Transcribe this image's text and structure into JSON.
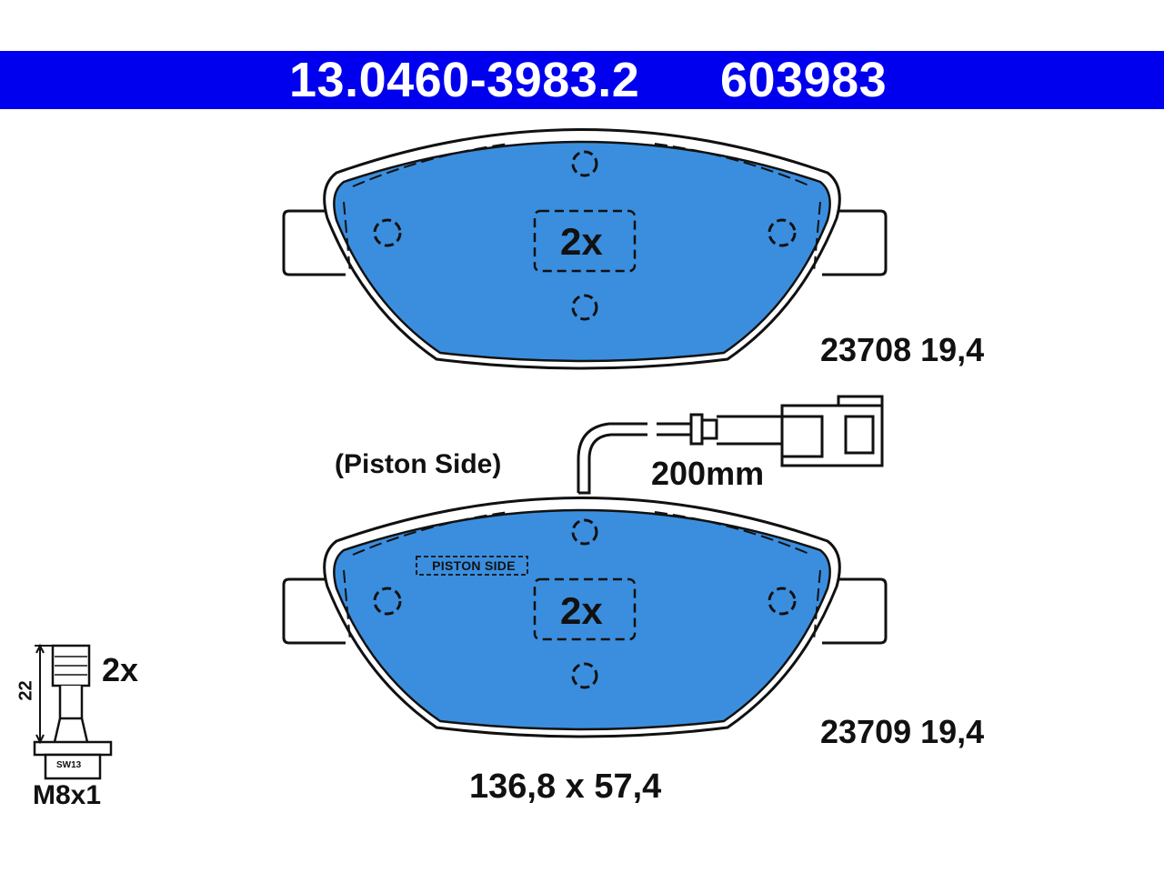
{
  "header": {
    "part_number": "13.0460-3983.2",
    "article_number": "603983"
  },
  "pads": {
    "top": {
      "code": "23708",
      "thickness": "19,4",
      "multiplier": "2x"
    },
    "bottom": {
      "code": "23709",
      "thickness": "19,4",
      "multiplier": "2x",
      "stamp": "PISTON SIDE"
    }
  },
  "labels": {
    "piston_side": "(Piston Side)",
    "wire_length": "200mm",
    "dimensions": "136,8 x 57,4"
  },
  "bolt": {
    "quantity": "2x",
    "length": "22",
    "thread": "M8x1",
    "head_mark": "SW13"
  },
  "colors": {
    "header_blue": "#0000ee",
    "pad_blue": "#3b8ede",
    "outline": "#111111"
  }
}
